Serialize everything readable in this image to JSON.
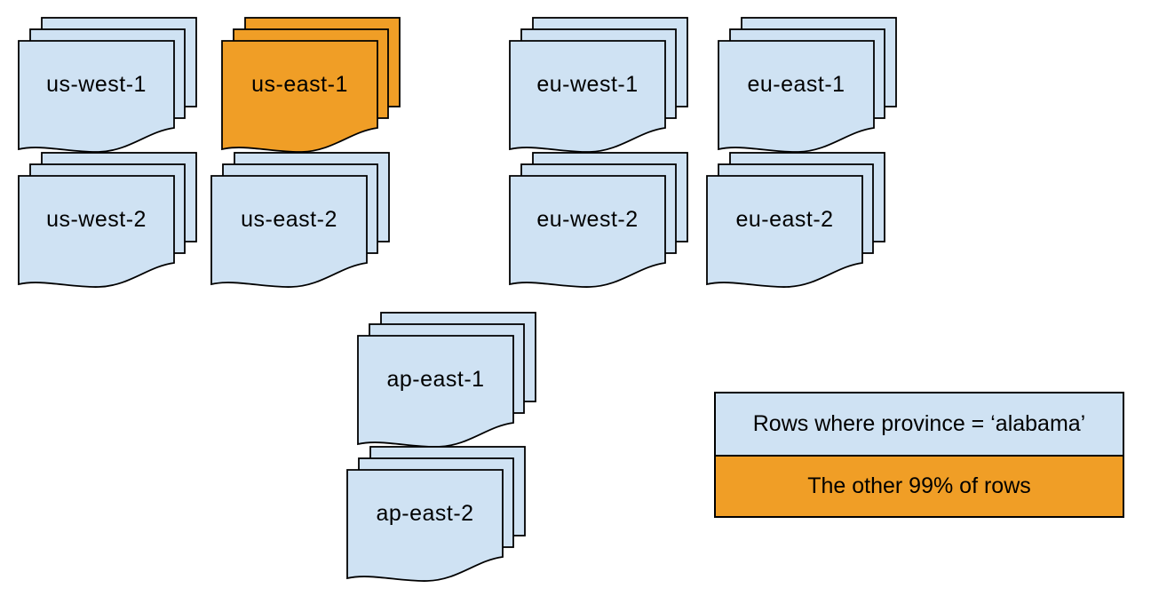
{
  "background": "#ffffff",
  "colors": {
    "doc_fill": "#cfe2f3",
    "highlight_fill": "#f09e26",
    "stroke": "#000000",
    "text": "#000000"
  },
  "stacks": [
    {
      "label": "us-west-1",
      "variant": "default"
    },
    {
      "label": "us-east-1",
      "variant": "highlight"
    },
    {
      "label": "eu-west-1",
      "variant": "default"
    },
    {
      "label": "eu-east-1",
      "variant": "default"
    },
    {
      "label": "us-west-2",
      "variant": "default"
    },
    {
      "label": "us-east-2",
      "variant": "default"
    },
    {
      "label": "eu-west-2",
      "variant": "default"
    },
    {
      "label": "eu-east-2",
      "variant": "default"
    },
    {
      "label": "ap-east-1",
      "variant": "default"
    },
    {
      "label": "ap-east-2",
      "variant": "default"
    }
  ],
  "legend": {
    "items": [
      {
        "label": "Rows where province = ‘alabama’",
        "color": "#cfe2f3"
      },
      {
        "label": "The other 99% of rows",
        "color": "#f09e26"
      }
    ]
  }
}
